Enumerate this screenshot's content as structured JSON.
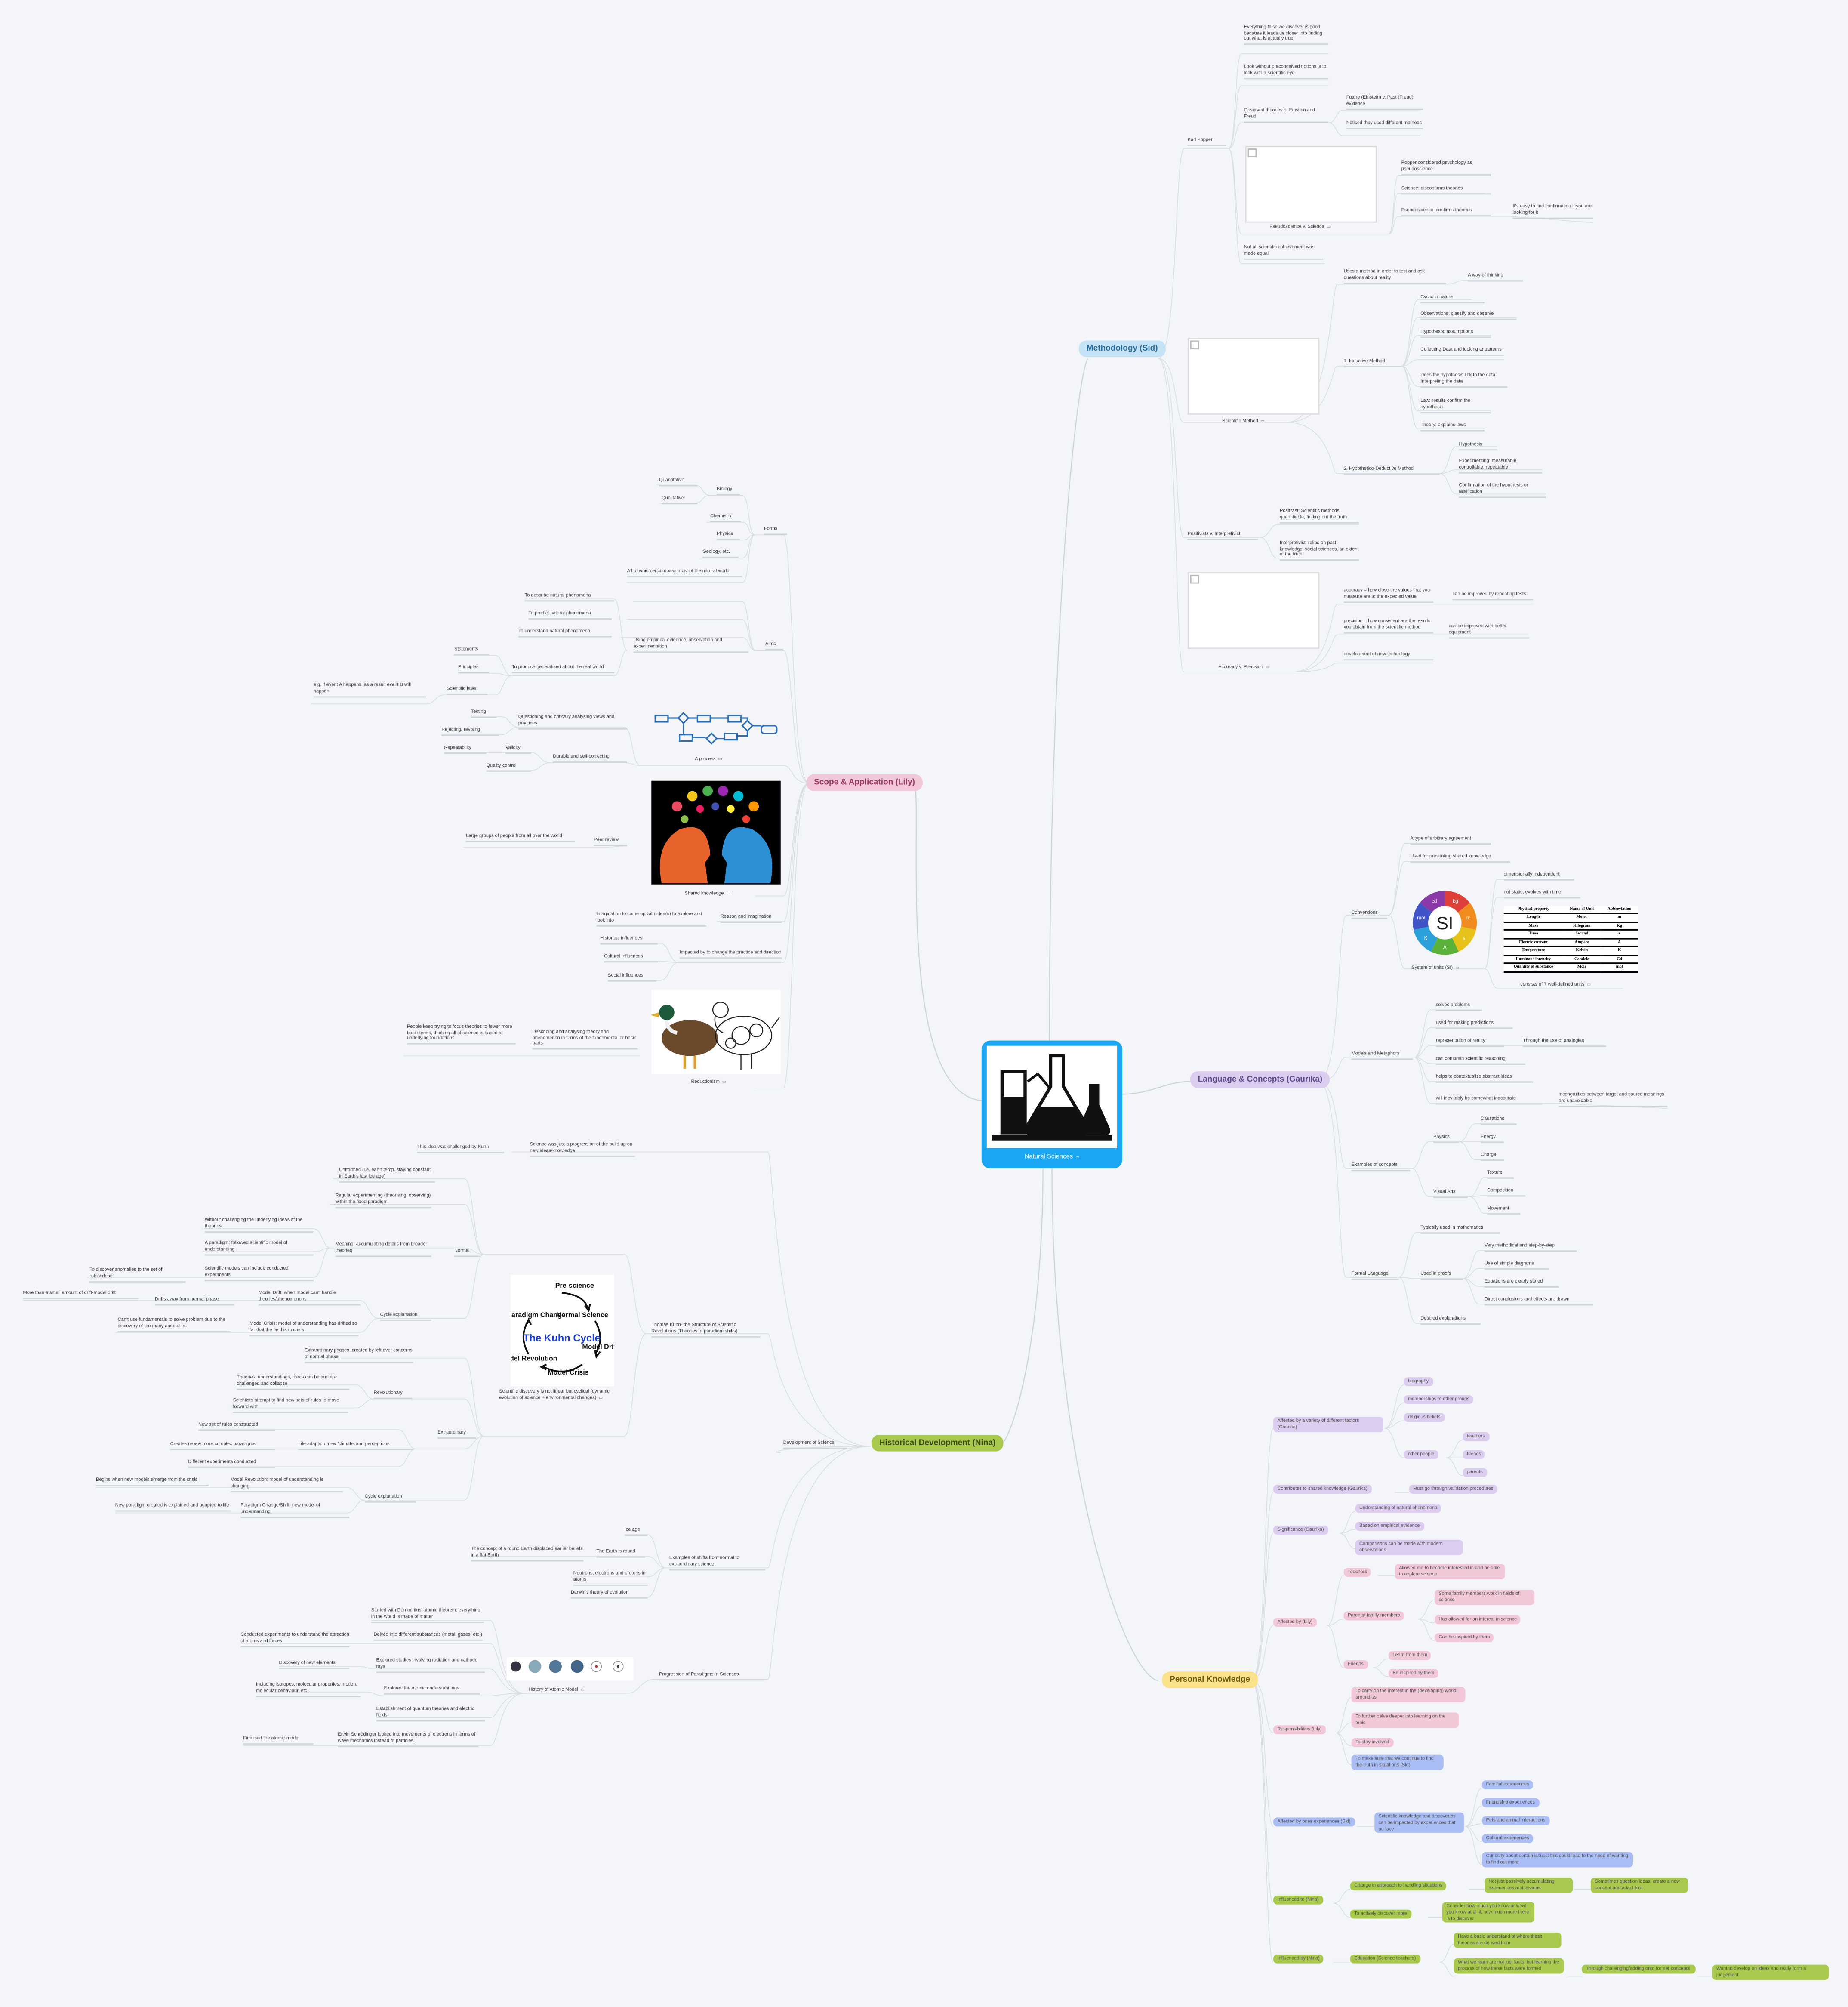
{
  "center": {
    "label": "Natural Sciences",
    "image_alt": "beakers-and-flasks-icon"
  },
  "branches": {
    "methodology": "Methodology (Sid)",
    "scope": "Scope & Application (Lily)",
    "language": "Language & Concepts (Gaurika)",
    "history": "Historical Development (Nina)",
    "personal": "Personal Knowledge"
  },
  "methodology": {
    "karl_popper": "Karl Popper",
    "kp1": "Everything false we discover is good because it leads us closer into finding out what is actually true",
    "kp2": "Look without preconceived notions is to look with a scientific eye",
    "kp3": "Observed theories of Einstein and Freud",
    "kp3a": "Future (Einstein) v. Past (Freud) evidence",
    "kp3b": "Noticed they used different methods",
    "pseudo": "Pseudoscience v. Science",
    "ps1": "Popper considered psychology as pseudoscience",
    "ps2": "Science: disconfirms theories",
    "ps3": "Pseudoscience: confirms theories",
    "ps3a": "It's easy to find confirmation if you are looking for it",
    "kp5": "Not all scientific achievement was made equal",
    "sci_method": "Scientific Method",
    "sm1": "Uses a method in order to test and ask questions about reality",
    "sm1a": "A way of thinking",
    "inductive": "1. Inductive Method",
    "in1": "Cyclic in nature",
    "in2": "Observations: classify and observe",
    "in3": "Hypothesis: assumptions",
    "in4": "Collecting Data and looking at patterns",
    "in5": "Does the hypothesis link to the data: Interpreting the data",
    "in6": "Law: results confirm the hypothesis",
    "in7": "Theory: explains laws",
    "hypo": "2. Hypothetico-Deductive Method",
    "hd1": "Hypothesis",
    "hd2": "Experimenting: measurable, controllable, repeatable",
    "hd3": "Confirmation of the hypothesis or falsification",
    "posint": "Positivists v. Interpretivist",
    "pi1": "Positivist: Scientific methods, quantifiable, finding out the truth",
    "pi2": "Interpretivist: relies on past knowledge, social sciences, an extent of the truth",
    "accuracy": "Accuracy v. Precision",
    "ap1": "accuracy = how close the values that you measure are to the expected value",
    "ap1a": "can be improved by repeating tests",
    "ap2": "precision = how consistent are the results you obtain from the scientific method",
    "ap2a": "can be improved with better equipment",
    "ap3": "development of new technology"
  },
  "scope": {
    "forms": "Forms",
    "biology": "Biology",
    "quant": "Quantitative",
    "qual": "Qualitative",
    "chem": "Chemistry",
    "phys": "Physics",
    "geo": "Geology, etc.",
    "all": "All of which encompass most of the natural world",
    "aims": "Aims",
    "describe": "To describe natural phenomena",
    "predict": "To predict natural phenomena",
    "understand": "To understand natural phenomena",
    "empirical": "Using empirical evidence, observation and experimentation",
    "general": "To produce generalised about the real world",
    "statements": "Statements",
    "principles": "Principles",
    "laws": "Scientific laws",
    "eg": "e.g. if event A happens, as a result event B will happen",
    "process": "A process",
    "questioning": "Questioning and critically analysing views and practices",
    "testing": "Testing",
    "rejecting": "Rejecting/ revising",
    "durable": "Durable and self-correcting",
    "validity": "Validity",
    "repeat": "Repeatability",
    "quality": "Quality control",
    "shared": "Shared knowledge",
    "peer": "Peer review",
    "large": "Large groups of people from all over the world",
    "reason": "Reason and imagination",
    "imagination": "Imagination to come up with idea(s) to explore and look into",
    "impacted": "Impacted by to change the practice and direction",
    "historical": "Historical influences",
    "cultural": "Cultural influences",
    "social": "Social influences",
    "reductionism": "Reductionism",
    "describing": "Describing and analysing theory and phenomenon in terms of the fundamental or basic parts",
    "people": "People keep trying to focus theories to fewer more basic terms, thinking all of science is based at underlying foundations"
  },
  "language": {
    "conventions": "Conventions",
    "c1": "A type of arbitrary agreement",
    "c2": "Used for presenting shared knowledge",
    "si": "System of units (SI)",
    "si1": "dimensionally independent",
    "si2": "not static, evolves with time",
    "si3": "consists of 7 well-defined units",
    "si_table": {
      "headers": [
        "Physical property",
        "Name of Unit",
        "Abbreviation"
      ],
      "rows": [
        [
          "Length",
          "Meter",
          "m"
        ],
        [
          "Mass",
          "Kilogram",
          "Kg"
        ],
        [
          "Time",
          "Second",
          "s"
        ],
        [
          "Electric current",
          "Ampere",
          "A"
        ],
        [
          "Temperature",
          "Kelvin",
          "K"
        ],
        [
          "Luminous intensity",
          "Candela",
          "Cd"
        ],
        [
          "Quantity of substance",
          "Mole",
          "mol"
        ]
      ]
    },
    "si_wheel": [
      "kg",
      "m",
      "s",
      "A",
      "K",
      "mol",
      "cd"
    ],
    "si_letter": "SI",
    "models": "Models and Metaphors",
    "m1": "solves problems",
    "m2": "used for making predictions",
    "m3": "representation of reality",
    "m3a": "Through the use of analogies",
    "m4": "can constrain scientific reasoning",
    "m5": "helps to contextualise abstract ideas",
    "m6": "will inevitably be somewhat inaccurate",
    "m6a": "incongruities between target and source meanings are unavoidable",
    "examples": "Examples of concepts",
    "physics": "Physics",
    "causations": "Causations",
    "energy": "Energy",
    "charge": "Charge",
    "visual": "Visual Arts",
    "texture": "Texture",
    "composition": "Composition",
    "movement": "Movement",
    "formal": "Formal Language",
    "f1": "Typically used in mathematics",
    "proofs": "Used in proofs",
    "p1": "Very methodical and step-by-step",
    "p2": "Use of simple diagrams",
    "p3": "Equations are clearly stated",
    "p4": "Direct conclusions and effects are drawn",
    "f3": "Detailed explanations"
  },
  "history": {
    "dev": "Development of Science",
    "prog": "Science was just a progression of the build up on new ideas/knowledge",
    "challenged": "This idea was challenged by Kuhn",
    "kuhn": "Thomas Kuhn- the Structure of Scientific Revolutions (Theories of paradigm shifts)",
    "normal": "Normal",
    "uniform": "Uniformed (i.e. earth temp. staying constant in Earth's last ice age)",
    "regular": "Regular experimenting (theorising, observing) within the fixed paradigm",
    "meaning": "Meaning: accumulating details from broader theories",
    "without": "Without challenging the underlying ideas of the theories",
    "paradigm": "A paradigm: followed scientific model of understanding",
    "models": "Scientific models can include conducted experiments",
    "discover": "To discover anomalies to the set of rules/ideas",
    "cycle": "Cycle explanation",
    "drift": "Model Drift: when model can't handle theories/phenomenons",
    "drifts": "Drifts away from normal phase",
    "more": "More than a small amount of drift-model drift",
    "crisis": "Model Crisis: model of understanding has drifted so far that the field is in crisis",
    "cant": "Can't use fundamentals to solve problem due to the discovery of too many anomalies",
    "kuhn_cycle": {
      "title": "The Kuhn Cycle",
      "pre": "Pre-science",
      "normal": "Normal Science",
      "drift": "Model Drift",
      "crisis": "Model Crisis",
      "revolution": "Model Revolution",
      "change": "Paradigm Change"
    },
    "cyclical": "Scientific discovery is not linear but cyclical (dynamic evolution of science + environmental changes)",
    "extra": "Extraordinary",
    "extra1": "Extraordinary phases: created by left over concerns of normal phase",
    "revolutionary": "Revolutionary",
    "rev1": "Theories, understandings, ideas can be and are challenged and collapse",
    "rev2": "Scientists attempt to find new sets of rules to move forward with",
    "life": "Life adapts to new 'climate' and perceptions",
    "life1": "New set of rules constructed",
    "life2": "Creates new & more complex paradigms",
    "life3": "Different experiments conducted",
    "cycle2": "Cycle explanation",
    "revm": "Model Revolution: model of understanding is changing",
    "begins": "Begins when new models emerge from the crisis",
    "shift": "Paradigm Change/Shift: new model of understanding",
    "newpar": "New paradigm created is explained and adapted to life",
    "shifts": "Examples of shifts from normal to extraordinary science",
    "ice": "Ice age",
    "round": "The Earth is round",
    "round1": "The concept of a round Earth displaced earlier beliefs in a flat Earth",
    "neutrons": "Neutrons, electrons and protons in atoms",
    "darwin": "Darwin's theory of evolution",
    "progression": "Progression of Paradigms in Sciences",
    "atomic": "History of Atomic Model",
    "a1": "Started with Democritus' atomic theorem: everything in the world is made of matter",
    "a2": "Delved into different substances (metal, gases, etc.)",
    "a2a": "Conducted experiments to understand the attraction of atoms and forces",
    "a3": "Explored studies involving radiation and cathode rays",
    "a3a": "Discovery of new elements",
    "a4": "Explored the atomic understandings",
    "a4a": "Including isotopes, molecular properties, motion, molecular behaviour, etc.",
    "a5": "Establishment of quantum theories and electric fields",
    "a6": "Erwin Schrödinger looked into movements of electrons in terms of wave mechanics instead of particles.",
    "a6a": "Finalised the atomic model"
  },
  "personal": {
    "affected": "Affected by a variety of different factors (Gaurika)",
    "bio": "biography",
    "memb": "memberships to other groups",
    "rel": "religious beliefs",
    "other": "other people",
    "teachers": "teachers",
    "friends": "friends",
    "parents": "parents",
    "contrib": "Contributes to shared knowledge (Gaurika)",
    "contrib1": "Must go through validation procedures",
    "signif": "Significance (Gaurika)",
    "sig1": "Understanding of natural phenomena",
    "sig2": "Based on empirical evidence",
    "sig3": "Comparisons can be made with modern observations",
    "lily": "Affected by (Lily)",
    "l_teach": "Teachers",
    "l_teach1": "Allowed me to become interested in and be able to explore science",
    "l_par": "Parents/ family members",
    "l_par1": "Some family members work in fields of science",
    "l_par2": "Has allowed for an interest in science",
    "l_par3": "Can be inspired by them",
    "l_fr": "Friends",
    "l_fr1": "Learn from them",
    "l_fr2": "Be inspired by them",
    "resp": "Responsibilities (Lily)",
    "r1": "To carry on the interest in the (developing) world around us",
    "r2": "To further delve deeper into learning on the topic",
    "r3": "To stay involved",
    "r4": "To make sure that we continue to find the truth in situations (Sid)",
    "sid": "Affected by ones experiences (Sid)",
    "sid1": "Scientific knowledge and discoveries can be impacted by experiences that ou face",
    "e1": "Familial experiences",
    "e2": "Friendship experiences",
    "e3": "Pets and animal interactions",
    "e4": "Cultural experiences",
    "e5": "Curiosity about certain issues: this could lead to the need of wanting to find out more",
    "inf_to": "Influenced to (Nina)",
    "change": "Change in approach to handling situations",
    "notjust": "Not just passively accumulating experiences and lessons",
    "question": "Sometimes question ideas, create a new concept and adapt to it",
    "actively": "To actively discover more",
    "consider": "Consider how much you know or what you know at all & how much more there is to discover",
    "inf_by": "Influenced by (Nina)",
    "edu": "Education (Science teachers)",
    "basic": "Have a basic understand of where these theories are derived from",
    "what": "What we learn are not just facts, but learning the process of how these facts were formed",
    "through": "Through challenging/adding onto former concepts",
    "want": "Want to develop on ideas and really form a judgement"
  }
}
